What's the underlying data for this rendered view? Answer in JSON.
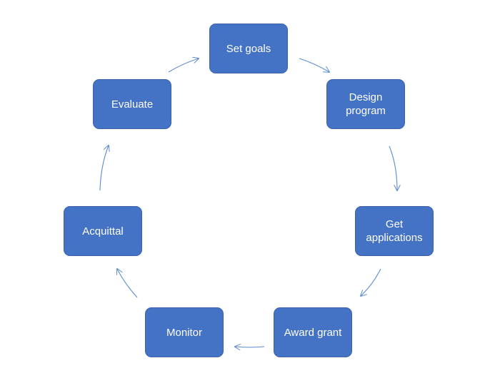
{
  "diagram": {
    "nodes": [
      {
        "id": "set-goals",
        "label": "Set goals"
      },
      {
        "id": "design-program",
        "label": "Design\nprogram"
      },
      {
        "id": "get-applications",
        "label": "Get\napplications"
      },
      {
        "id": "award-grant",
        "label": "Award grant"
      },
      {
        "id": "monitor",
        "label": "Monitor"
      },
      {
        "id": "acquittal",
        "label": "Acquittal"
      },
      {
        "id": "evaluate",
        "label": "Evaluate"
      }
    ],
    "edges": [
      {
        "from": "set-goals",
        "to": "design-program"
      },
      {
        "from": "design-program",
        "to": "get-applications"
      },
      {
        "from": "get-applications",
        "to": "award-grant"
      },
      {
        "from": "award-grant",
        "to": "monitor"
      },
      {
        "from": "monitor",
        "to": "acquittal"
      },
      {
        "from": "acquittal",
        "to": "evaluate"
      },
      {
        "from": "evaluate",
        "to": "set-goals"
      }
    ],
    "colors": {
      "node_fill": "#4472c4",
      "node_text": "#ffffff",
      "arrow": "#5b8bd0"
    }
  }
}
